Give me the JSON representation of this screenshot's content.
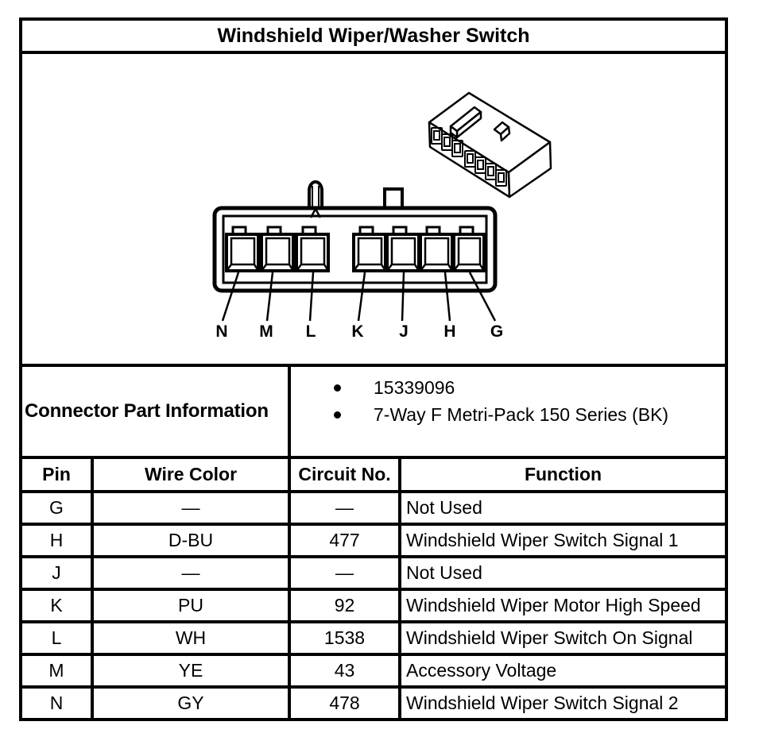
{
  "title": "Windshield Wiper/Washer Switch",
  "diagram": {
    "pin_labels": [
      "N",
      "M",
      "L",
      "K",
      "J",
      "H",
      "G"
    ]
  },
  "part_info": {
    "label": "Connector Part Information",
    "bullets": [
      "15339096",
      "7-Way F Metri-Pack 150 Series (BK)"
    ]
  },
  "table": {
    "headers": [
      "Pin",
      "Wire Color",
      "Circuit No.",
      "Function"
    ],
    "rows": [
      [
        "G",
        "—",
        "—",
        "Not Used"
      ],
      [
        "H",
        "D-BU",
        "477",
        "Windshield Wiper Switch Signal 1"
      ],
      [
        "J",
        "—",
        "—",
        "Not Used"
      ],
      [
        "K",
        "PU",
        "92",
        "Windshield Wiper Motor High Speed"
      ],
      [
        "L",
        "WH",
        "1538",
        "Windshield Wiper Switch On Signal"
      ],
      [
        "M",
        "YE",
        "43",
        "Accessory Voltage"
      ],
      [
        "N",
        "GY",
        "478",
        "Windshield Wiper Switch Signal 2"
      ]
    ]
  },
  "colors": {
    "ink": "#000000",
    "paper": "#ffffff"
  }
}
